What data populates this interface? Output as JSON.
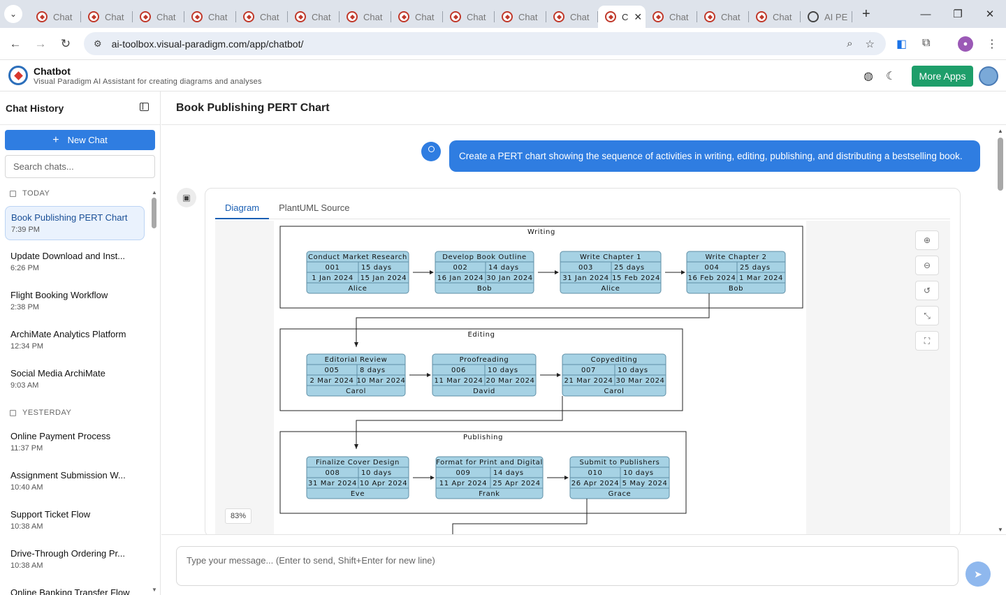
{
  "browser": {
    "tabs": [
      {
        "label": "Chat"
      },
      {
        "label": "Chat"
      },
      {
        "label": "Chat"
      },
      {
        "label": "Chat"
      },
      {
        "label": "Chat"
      },
      {
        "label": "Chat"
      },
      {
        "label": "Chat"
      },
      {
        "label": "Chat"
      },
      {
        "label": "Chat"
      },
      {
        "label": "Chat"
      },
      {
        "label": "Chat"
      },
      {
        "label": "C",
        "active": true
      },
      {
        "label": "Chat"
      },
      {
        "label": "Chat"
      },
      {
        "label": "Chat"
      },
      {
        "label": "AI PE"
      }
    ],
    "url": "ai-toolbox.visual-paradigm.com/app/chatbot/"
  },
  "app": {
    "title": "Chatbot",
    "subtitle": "Visual Paradigm AI Assistant for creating diagrams and analyses",
    "more_apps_label": "More Apps"
  },
  "sidebar": {
    "heading": "Chat History",
    "new_chat_label": "New Chat",
    "search_placeholder": "Search chats...",
    "groups": [
      {
        "label": "TODAY",
        "items": [
          {
            "title": "Book Publishing PERT Chart",
            "time": "7:39 PM",
            "active": true
          },
          {
            "title": "Update Download and Inst...",
            "time": "6:26 PM"
          },
          {
            "title": "Flight Booking Workflow",
            "time": "2:38 PM"
          },
          {
            "title": "ArchiMate Analytics Platform",
            "time": "12:34 PM"
          },
          {
            "title": "Social Media ArchiMate",
            "time": "9:03 AM"
          }
        ]
      },
      {
        "label": "YESTERDAY",
        "items": [
          {
            "title": "Online Payment Process",
            "time": "11:37 PM"
          },
          {
            "title": "Assignment Submission W...",
            "time": "10:40 AM"
          },
          {
            "title": "Support Ticket Flow",
            "time": "10:38 AM"
          },
          {
            "title": "Drive-Through Ordering Pr...",
            "time": "10:38 AM"
          },
          {
            "title": "Online Banking Transfer Flow",
            "time": ""
          }
        ]
      }
    ]
  },
  "main": {
    "title": "Book Publishing PERT Chart",
    "user_message": "Create a PERT chart showing the sequence of activities in writing, editing, publishing, and distributing a bestselling book.",
    "tabs": [
      "Diagram",
      "PlantUML Source"
    ],
    "zoom_level": "83%",
    "input_placeholder": "Type your message... (Enter to send, Shift+Enter for new line)"
  },
  "diagram": {
    "lanes": [
      {
        "name": "Writing",
        "tasks": [
          {
            "name": "Conduct Market Research",
            "id": "001",
            "duration": "15 days",
            "start": "1 Jan 2024",
            "end": "15 Jan 2024",
            "owner": "Alice"
          },
          {
            "name": "Develop Book Outline",
            "id": "002",
            "duration": "14 days",
            "start": "16 Jan 2024",
            "end": "30 Jan 2024",
            "owner": "Bob"
          },
          {
            "name": "Write Chapter 1",
            "id": "003",
            "duration": "25 days",
            "start": "31 Jan 2024",
            "end": "15 Feb 2024",
            "owner": "Alice"
          },
          {
            "name": "Write Chapter 2",
            "id": "004",
            "duration": "25 days",
            "start": "16 Feb 2024",
            "end": "1 Mar 2024",
            "owner": "Bob"
          }
        ]
      },
      {
        "name": "Editing",
        "tasks": [
          {
            "name": "Editorial Review",
            "id": "005",
            "duration": "8 days",
            "start": "2 Mar 2024",
            "end": "10 Mar 2024",
            "owner": "Carol"
          },
          {
            "name": "Proofreading",
            "id": "006",
            "duration": "10 days",
            "start": "11 Mar 2024",
            "end": "20 Mar 2024",
            "owner": "David"
          },
          {
            "name": "Copyediting",
            "id": "007",
            "duration": "10 days",
            "start": "21 Mar 2024",
            "end": "30 Mar 2024",
            "owner": "Carol"
          }
        ]
      },
      {
        "name": "Publishing",
        "tasks": [
          {
            "name": "Finalize Cover Design",
            "id": "008",
            "duration": "10 days",
            "start": "31 Mar 2024",
            "end": "10 Apr 2024",
            "owner": "Eve"
          },
          {
            "name": "Format for Print and Digital",
            "id": "009",
            "duration": "14 days",
            "start": "11 Apr 2024",
            "end": "25 Apr 2024",
            "owner": "Frank"
          },
          {
            "name": "Submit to Publishers",
            "id": "010",
            "duration": "10 days",
            "start": "26 Apr 2024",
            "end": "5 May 2024",
            "owner": "Grace"
          }
        ]
      }
    ]
  }
}
